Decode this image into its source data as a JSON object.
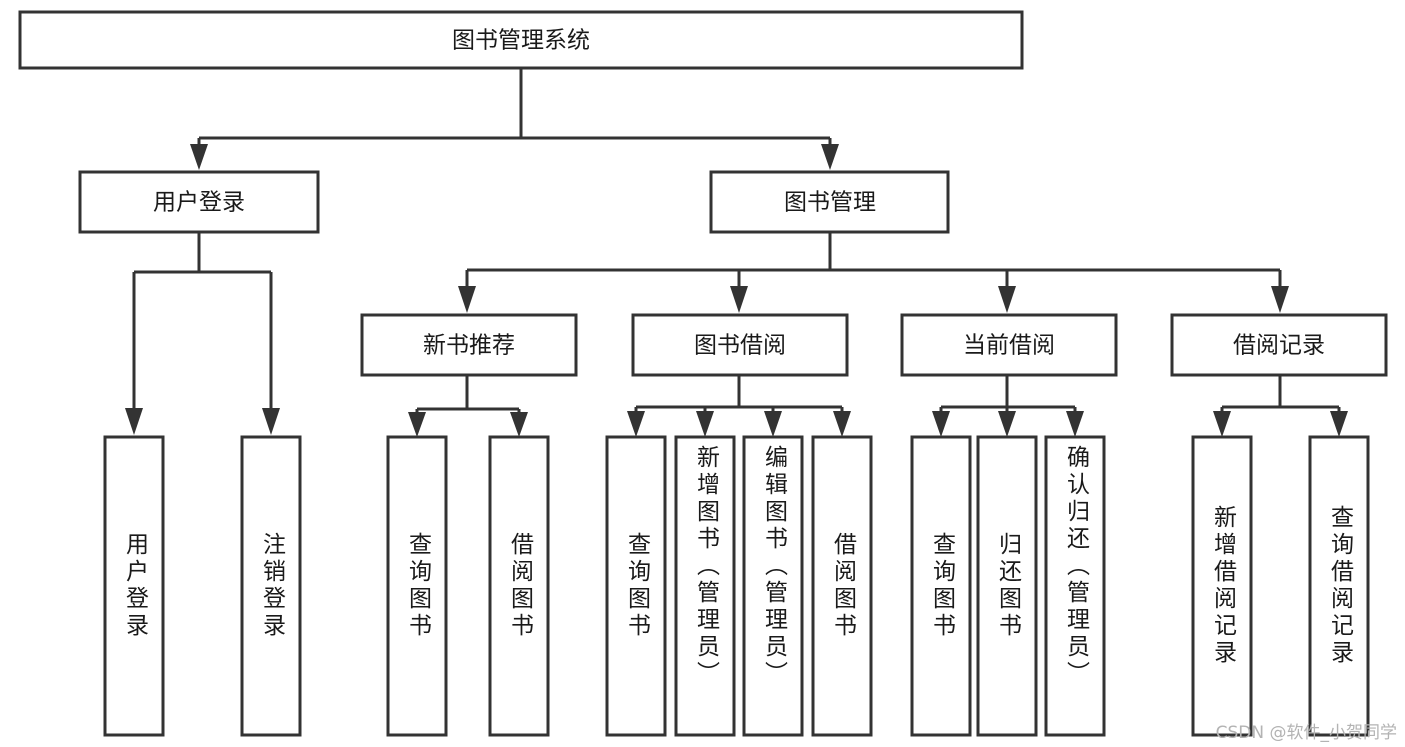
{
  "diagram": {
    "type": "tree-hierarchy",
    "title": "图书管理系统",
    "orientation": "top-down",
    "colors": {
      "box_stroke": "#333333",
      "box_fill": "#ffffff",
      "text": "#1a1a1a",
      "background": "#ffffff",
      "watermark": "#b3b3b3"
    },
    "root": {
      "label": "图书管理系统"
    },
    "level2": [
      {
        "id": "user-login",
        "label": "用户登录"
      },
      {
        "id": "book-manage",
        "label": "图书管理"
      }
    ],
    "level3": [
      {
        "id": "new-book-recommend",
        "label": "新书推荐",
        "parent": "book-manage"
      },
      {
        "id": "book-borrow",
        "label": "图书借阅",
        "parent": "book-manage"
      },
      {
        "id": "current-borrow",
        "label": "当前借阅",
        "parent": "book-manage"
      },
      {
        "id": "borrow-record",
        "label": "借阅记录",
        "parent": "book-manage"
      }
    ],
    "leaves": {
      "user-login": [
        {
          "id": "leaf-user-login",
          "label": "用户登录"
        },
        {
          "id": "leaf-user-logout",
          "label": "注销登录"
        }
      ],
      "new-book-recommend": [
        {
          "id": "leaf-query-book-1",
          "label": "查询图书"
        },
        {
          "id": "leaf-borrow-book-1",
          "label": "借阅图书"
        }
      ],
      "book-borrow": [
        {
          "id": "leaf-query-book-2",
          "label": "查询图书"
        },
        {
          "id": "leaf-add-book",
          "label": "新增图书（管理员）"
        },
        {
          "id": "leaf-edit-book",
          "label": "编辑图书（管理员）"
        },
        {
          "id": "leaf-borrow-book-2",
          "label": "借阅图书"
        }
      ],
      "current-borrow": [
        {
          "id": "leaf-query-book-3",
          "label": "查询图书"
        },
        {
          "id": "leaf-return-book",
          "label": "归还图书"
        },
        {
          "id": "leaf-confirm-return",
          "label": "确认归还（管理员）"
        }
      ],
      "borrow-record": [
        {
          "id": "leaf-add-record",
          "label": "新增借阅记录"
        },
        {
          "id": "leaf-query-record",
          "label": "查询借阅记录"
        }
      ]
    }
  },
  "watermark": {
    "text": "CSDN @软件_小贺同学"
  }
}
